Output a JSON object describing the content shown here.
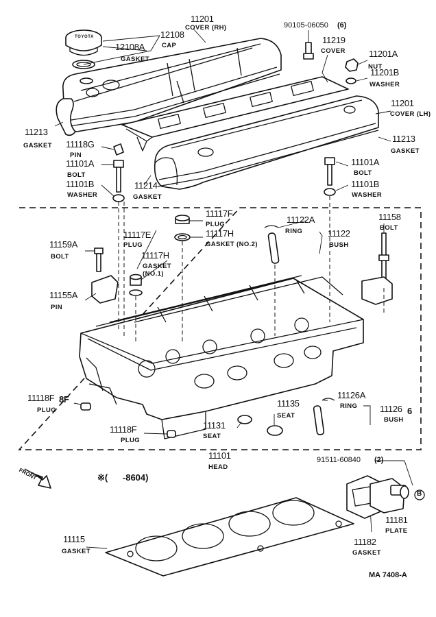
{
  "parts": [
    {
      "id": "cover-rh",
      "number": "11201",
      "name": "COVER (RH)"
    },
    {
      "id": "cap",
      "number": "12108",
      "name": "CAP"
    },
    {
      "id": "cap-gasket",
      "number": "12108A",
      "name": "GASKET"
    },
    {
      "id": "cover-lh-bolt",
      "number": "90105-06050",
      "qty": "(6)"
    },
    {
      "id": "cover-center",
      "number": "11219",
      "name": "COVER"
    },
    {
      "id": "nut",
      "number": "11201A",
      "name": "NUT"
    },
    {
      "id": "washer-top",
      "number": "11201B",
      "name": "WASHER"
    },
    {
      "id": "cover-lh",
      "number": "11201",
      "name": "COVER (LH)"
    },
    {
      "id": "gasket-left",
      "number": "11213",
      "name": "GASKET"
    },
    {
      "id": "gasket-right",
      "number": "11213",
      "name": "GASKET"
    },
    {
      "id": "pin-top",
      "number": "11118G",
      "name": "PIN"
    },
    {
      "id": "bolt-left",
      "number": "11101A",
      "name": "BOLT"
    },
    {
      "id": "washer-left",
      "number": "11101B",
      "name": "WASHER"
    },
    {
      "id": "gasket-center",
      "number": "11214",
      "name": "GASKET"
    },
    {
      "id": "bolt-right",
      "number": "11101A",
      "name": "BOLT"
    },
    {
      "id": "washer-right",
      "number": "11101B",
      "name": "WASHER"
    },
    {
      "id": "plug-f",
      "number": "11117F",
      "name": "PLUG"
    },
    {
      "id": "gasket-no2",
      "number": "11117H",
      "name": "GASKET (NO.2)"
    },
    {
      "id": "plug-e",
      "number": "11117E",
      "name": "PLUG"
    },
    {
      "id": "gasket-no1",
      "number": "11117H",
      "name": "GASKET (NO.1)"
    },
    {
      "id": "ring-a",
      "number": "11122A",
      "name": "RING"
    },
    {
      "id": "bush-a",
      "number": "11122",
      "name": "BUSH"
    },
    {
      "id": "bolt-stud",
      "number": "11158",
      "name": "BOLT"
    },
    {
      "id": "bolt-a",
      "number": "11159A",
      "name": "BOLT"
    },
    {
      "id": "pin-a",
      "number": "11155A",
      "name": "PIN"
    },
    {
      "id": "plug-8f-left",
      "number": "11118F",
      "mark": "8F",
      "name": "PLUG"
    },
    {
      "id": "seat-a",
      "number": "11135",
      "name": "SEAT"
    },
    {
      "id": "ring-b",
      "number": "11126A",
      "name": "RING"
    },
    {
      "id": "bush-b",
      "number": "11126",
      "mark": "6",
      "name": "BUSH"
    },
    {
      "id": "plug-8f-bottom",
      "number": "11118F",
      "name": "PLUG"
    },
    {
      "id": "seat-b",
      "number": "11131",
      "name": "SEAT"
    },
    {
      "id": "head",
      "number": "11101",
      "name": "HEAD"
    },
    {
      "id": "plate-bolt",
      "number": "91511-60840",
      "qty": "(2)"
    },
    {
      "id": "head-gasket",
      "number": "11115",
      "name": "GASKET"
    },
    {
      "id": "plate-gasket",
      "number": "11182",
      "name": "GASKET"
    },
    {
      "id": "plate",
      "number": "11181",
      "name": "PLATE"
    }
  ],
  "front_label": "FRONT",
  "cap_brand": "TOYOTA",
  "date_note": "※(      -8604)",
  "ref_marker": "B",
  "diagram_code": "MA 7408-A"
}
